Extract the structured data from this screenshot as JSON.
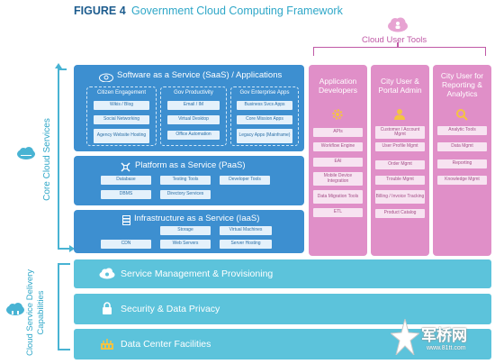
{
  "figure": {
    "label": "FIGURE 4",
    "title": "Government Cloud Computing Framework"
  },
  "left_labels": {
    "core": "Core Cloud Services",
    "delivery": "Cloud Service Delivery Capabilities"
  },
  "saas": {
    "title": "Software as a Service (SaaS) / Applications",
    "groups": [
      {
        "title": "Citizen Engagement",
        "items": [
          "Wikis / Blog",
          "Social Networking",
          "Agency Website Hosting"
        ]
      },
      {
        "title": "Gov Productivity",
        "items": [
          "Email / IM",
          "Virtual Desktop",
          "Office Automation"
        ]
      },
      {
        "title": "Gov Enterprise Apps",
        "items": [
          "Business Svcs Apps",
          "Core Mission Apps",
          "Legacy Apps (Mainframe)"
        ]
      }
    ]
  },
  "paas": {
    "title": "Platform as a Service (PaaS)",
    "items": [
      "Database",
      "Testing Tools",
      "Developer Tools",
      "DBMS",
      "Directory Services"
    ]
  },
  "iaas": {
    "title": "Infrastructure as a Service (IaaS)",
    "items": [
      "Storage",
      "Virtual Machines",
      "CDN",
      "Web Servers",
      "Server Hosting"
    ]
  },
  "bars": [
    {
      "label": "Service Management & Provisioning"
    },
    {
      "label": "Security & Data Privacy"
    },
    {
      "label": "Data Center Facilities"
    }
  ],
  "tools": {
    "label": "Cloud User Tools",
    "columns": [
      {
        "title": "Application Developers",
        "items": [
          "APIs",
          "Workflow Engine",
          "EAI",
          "Mobile Device Integration",
          "Data Migration Tools",
          "ETL"
        ]
      },
      {
        "title": "City User & Portal Admin",
        "items": [
          "Customer / Account Mgmt",
          "User Profile Mgmt",
          "Order Mgmt",
          "Trouble Mgmt",
          "Billing / Invoice Tracking",
          "Product Catalog"
        ]
      },
      {
        "title": "City User for Reporting & Analytics",
        "items": [
          "Analytic Tools",
          "Data Mgmt",
          "Reporting",
          "Knowledge Mgmt"
        ]
      }
    ]
  },
  "watermark": {
    "text": "军桥网",
    "url": "www.81tt.com"
  },
  "colors": {
    "blue": "#3d8fd0",
    "teal": "#5cc3db",
    "pink": "#e08fc8",
    "title_blue": "#1d5c8e",
    "accent": "#2fa7c8"
  }
}
